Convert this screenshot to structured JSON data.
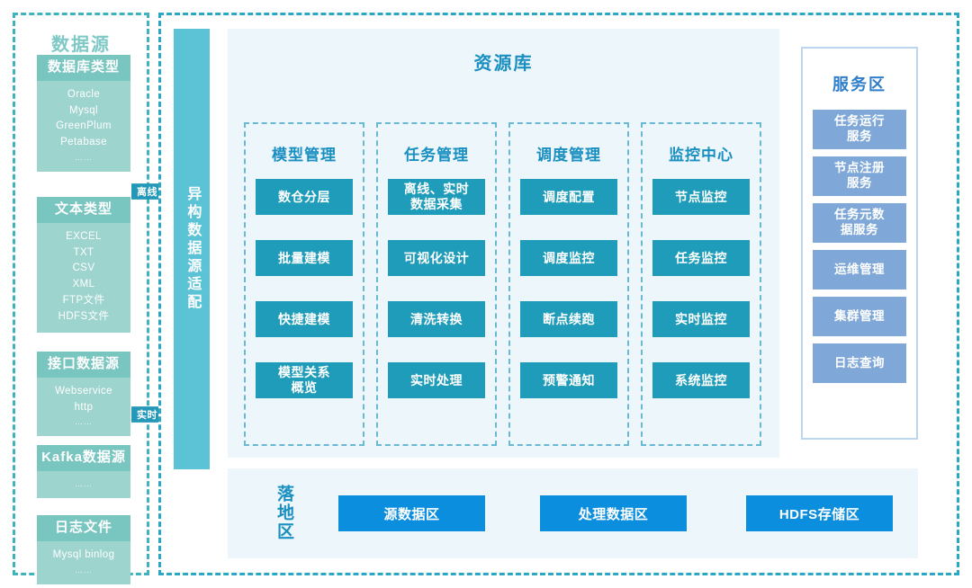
{
  "datasource": {
    "title": "数据源",
    "cards": [
      {
        "header": "数据库类型",
        "items": [
          "Oracle",
          "Mysql",
          "GreenPlum",
          "Petabase"
        ],
        "ellipsis": "……"
      },
      {
        "header": "文本类型",
        "items": [
          "EXCEL",
          "TXT",
          "CSV",
          "XML",
          "FTP文件",
          "HDFS文件"
        ],
        "ellipsis": ""
      },
      {
        "header": "接口数据源",
        "items": [
          "Webservice",
          "http"
        ],
        "ellipsis": "……"
      },
      {
        "header": "Kafka数据源",
        "items": [],
        "ellipsis": "……"
      },
      {
        "header": "日志文件",
        "items": [
          "Mysql binlog"
        ],
        "ellipsis": "……"
      }
    ]
  },
  "arrows": [
    {
      "label": "离线"
    },
    {
      "label": "实时"
    }
  ],
  "adapter": {
    "label": "异构数据源适配"
  },
  "repository": {
    "title": "资源库",
    "columns": [
      {
        "title": "模型管理",
        "items": [
          "数仓分层",
          "批量建模",
          "快捷建模",
          "模型关系\n概览"
        ]
      },
      {
        "title": "任务管理",
        "items": [
          "离线、实时\n数据采集",
          "可视化设计",
          "清洗转换",
          "实时处理"
        ]
      },
      {
        "title": "调度管理",
        "items": [
          "调度配置",
          "调度监控",
          "断点续跑",
          "预警通知"
        ]
      },
      {
        "title": "监控中心",
        "items": [
          "节点监控",
          "任务监控",
          "实时监控",
          "系统监控"
        ]
      }
    ]
  },
  "service_area": {
    "title": "服务区",
    "items": [
      "任务运行\n服务",
      "节点注册\n服务",
      "任务元数\n据服务",
      "运维管理",
      "集群管理",
      "日志查询"
    ]
  },
  "landing_zone": {
    "title": "落地区",
    "items": [
      "源数据区",
      "处理数据区",
      "HDFS存储区"
    ]
  },
  "colors": {
    "datasource_dashed": "#3fb3bd",
    "platform_dashed": "#2aa7c4",
    "ds_card_header": "#79c5c0",
    "ds_card_body": "#9ed4ce",
    "adapter_bar": "#5cc3d6",
    "repo_panel_bg": "#edf6fa",
    "repo_accent": "#1a8fc1",
    "repo_item": "#1f9cb9",
    "service_item": "#7fa8d8",
    "service_title": "#2e7ec9",
    "landing_item": "#0c8ede",
    "arrow": "#2398b8"
  }
}
